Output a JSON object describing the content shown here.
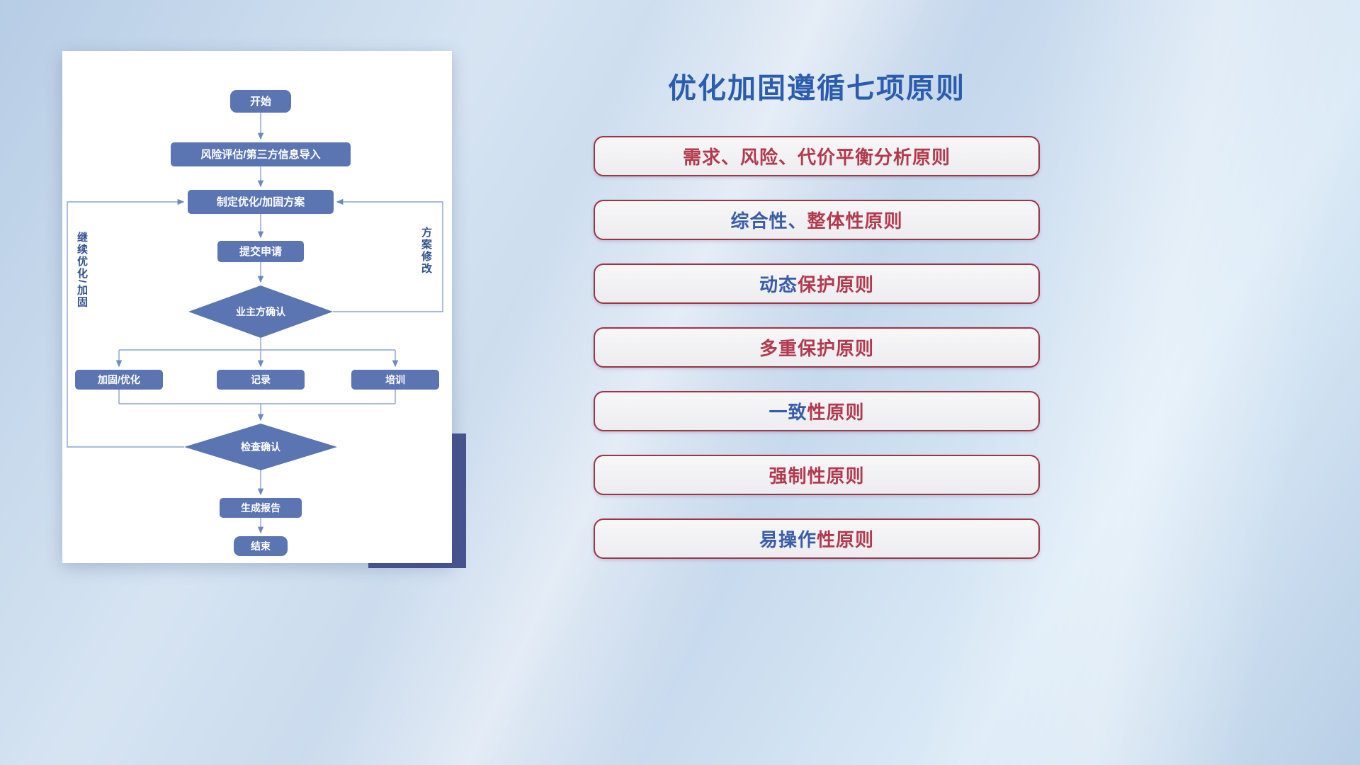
{
  "flowchart": {
    "nodes": {
      "start": "开始",
      "risk_import": "风险评估/第三方信息导入",
      "make_plan": "制定优化/加固方案",
      "submit": "提交申请",
      "owner_confirm": "业主方确认",
      "reinforce": "加固/优化",
      "record": "记录",
      "train": "培训",
      "check_confirm": "检查确认",
      "report": "生成报告",
      "end": "结束"
    },
    "edge_labels": {
      "left_loop": "继续优化/加固",
      "right_loop": "方案修改"
    }
  },
  "panel": {
    "title": "优化加固遵循七项原则",
    "principles": [
      {
        "parts": [
          {
            "text": "需求、风险、代价平衡分析原则",
            "color": "red"
          }
        ]
      },
      {
        "parts": [
          {
            "text": "综合性、",
            "color": "blue"
          },
          {
            "text": "整体性原则",
            "color": "red"
          }
        ]
      },
      {
        "parts": [
          {
            "text": "动态",
            "color": "blue"
          },
          {
            "text": "保护原则",
            "color": "red"
          }
        ]
      },
      {
        "parts": [
          {
            "text": "多重保护原则",
            "color": "red"
          }
        ]
      },
      {
        "parts": [
          {
            "text": "一致",
            "color": "blue"
          },
          {
            "text": "性原则",
            "color": "red"
          }
        ]
      },
      {
        "parts": [
          {
            "text": "强制性原则",
            "color": "red"
          }
        ]
      },
      {
        "parts": [
          {
            "text": "易操作",
            "color": "blue"
          },
          {
            "text": "性原则",
            "color": "red"
          }
        ]
      }
    ]
  },
  "colors": {
    "title_blue": "#2c5cae",
    "principle_red": "#b23a4e",
    "principle_blue": "#3a5ba9",
    "node_fill": "#5b74b2",
    "connector": "#8ba3cf",
    "pill_border": "#a03346",
    "accent_block": "#47548e"
  }
}
